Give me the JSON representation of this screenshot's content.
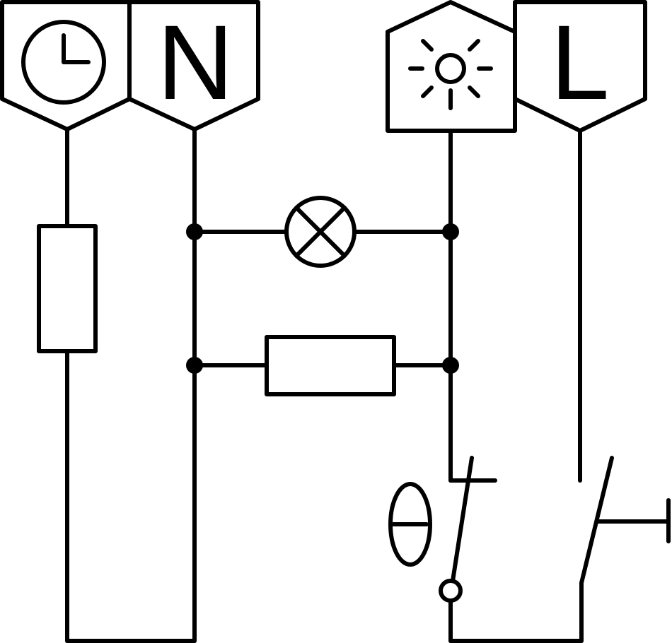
{
  "diagram": {
    "type": "circuit-schematic",
    "terminals": [
      {
        "id": "clock",
        "icon": "clock-icon"
      },
      {
        "id": "neutral",
        "label": "N"
      },
      {
        "id": "light-sensor",
        "icon": "sun-icon"
      },
      {
        "id": "live",
        "label": "L"
      }
    ],
    "symbols": {
      "thermal": "Θ"
    },
    "colors": {
      "line": "#000000",
      "background": "#ffffff"
    }
  }
}
